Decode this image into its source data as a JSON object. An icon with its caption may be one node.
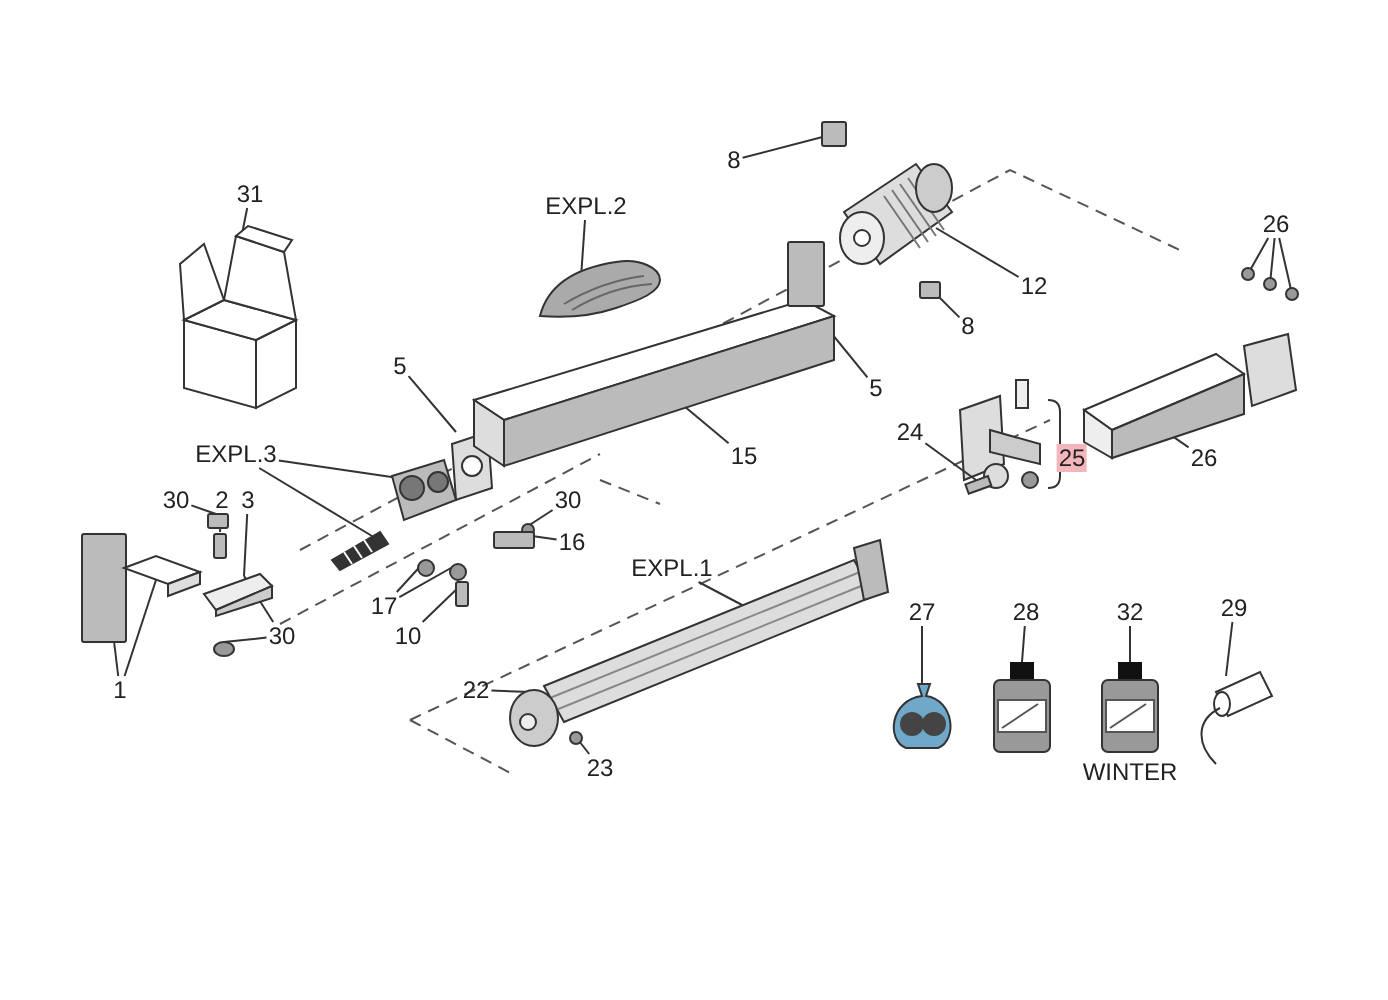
{
  "diagram": {
    "nodes": [
      {
        "text": [
          "31"
        ]
      },
      {
        "text": [],
        "shape": "picture"
      },
      {
        "text": [
          "EXPL.2"
        ]
      },
      {
        "text": [],
        "shape": "picture"
      },
      {
        "text": [
          "8"
        ]
      },
      {
        "text": [],
        "shape": "box"
      },
      {
        "text": [
          "12"
        ]
      },
      {
        "text": [],
        "shape": "picture"
      },
      {
        "text": [
          "26"
        ]
      },
      {
        "text": [],
        "shape": "circle"
      },
      {
        "text": [],
        "shape": "circle"
      },
      {
        "text": [],
        "shape": "circle"
      },
      {
        "text": [
          "5"
        ]
      },
      {
        "text": [],
        "shape": "picture"
      },
      {
        "text": [
          "15"
        ]
      },
      {
        "text": [],
        "shape": "picture"
      },
      {
        "text": [
          "5"
        ]
      },
      {
        "text": [],
        "shape": "box"
      },
      {
        "text": [
          "8"
        ]
      },
      {
        "text": [],
        "shape": "box"
      },
      {
        "text": [
          "EXPL.3"
        ]
      },
      {
        "text": [],
        "shape": "picture"
      },
      {
        "text": [],
        "shape": "picture"
      },
      {
        "text": [
          "24"
        ]
      },
      {
        "text": [],
        "shape": "picture"
      },
      {
        "text": [
          "26"
        ]
      },
      {
        "text": [],
        "shape": "picture"
      },
      {
        "text": [
          "30"
        ]
      },
      {
        "text": [],
        "shape": "box"
      },
      {
        "text": [
          "2"
        ]
      },
      {
        "text": [],
        "shape": "box"
      },
      {
        "text": [
          "3"
        ]
      },
      {
        "text": [],
        "shape": "picture"
      },
      {
        "text": [
          "30"
        ]
      },
      {
        "text": [],
        "shape": "circle"
      },
      {
        "text": [
          "16"
        ]
      },
      {
        "text": [],
        "shape": "box"
      },
      {
        "text": [
          "17"
        ]
      },
      {
        "text": [],
        "shape": "circle"
      },
      {
        "text": [],
        "shape": "circle"
      },
      {
        "text": [
          "10"
        ]
      },
      {
        "text": [],
        "shape": "box"
      },
      {
        "text": [
          "30"
        ]
      },
      {
        "text": [],
        "shape": "circle"
      },
      {
        "text": [
          "1"
        ]
      },
      {
        "text": [],
        "shape": "box"
      },
      {
        "text": [],
        "shape": "picture"
      },
      {
        "text": [
          "EXPL.1"
        ]
      },
      {
        "text": [],
        "shape": "picture"
      },
      {
        "text": [
          "22"
        ]
      },
      {
        "text": [],
        "shape": "picture"
      },
      {
        "text": [
          "23"
        ]
      },
      {
        "text": [],
        "shape": "circle"
      },
      {
        "text": [
          "27"
        ]
      },
      {
        "text": [],
        "shape": "picture"
      },
      {
        "text": [
          "28"
        ]
      },
      {
        "text": [],
        "shape": "picture"
      },
      {
        "text": [
          "32"
        ]
      },
      {
        "text": [],
        "shape": "picture"
      },
      {
        "text": [
          "29"
        ]
      },
      {
        "text": [],
        "shape": "picture"
      }
    ],
    "edges": [
      {
        "from": 0,
        "to": 1,
        "arrow": "none"
      },
      {
        "from": 2,
        "to": 3,
        "arrow": "none"
      },
      {
        "from": 4,
        "to": 5,
        "arrow": "none"
      },
      {
        "from": 6,
        "to": 7,
        "arrow": "none"
      },
      {
        "from": 8,
        "to": 9,
        "arrow": "none"
      },
      {
        "from": 8,
        "to": 10,
        "arrow": "none"
      },
      {
        "from": 8,
        "to": 11,
        "arrow": "none"
      },
      {
        "from": 12,
        "to": 13,
        "arrow": "none"
      },
      {
        "from": 14,
        "to": 15,
        "arrow": "none"
      },
      {
        "from": 16,
        "to": 17,
        "arrow": "none"
      },
      {
        "from": 18,
        "to": 19,
        "arrow": "none"
      },
      {
        "from": 20,
        "to": 21,
        "arrow": "none"
      },
      {
        "from": 20,
        "to": 22,
        "arrow": "none"
      },
      {
        "from": 23,
        "to": 24,
        "arrow": "none"
      },
      {
        "from": 25,
        "to": 26,
        "arrow": "none"
      },
      {
        "from": 27,
        "to": 28,
        "arrow": "none"
      },
      {
        "from": 29,
        "to": 30,
        "arrow": "none"
      },
      {
        "from": 31,
        "to": 32,
        "arrow": "none"
      },
      {
        "from": 33,
        "to": 34,
        "arrow": "none"
      },
      {
        "from": 35,
        "to": 36,
        "arrow": "none"
      },
      {
        "from": 37,
        "to": 38,
        "arrow": "none"
      },
      {
        "from": 37,
        "to": 39,
        "arrow": "none"
      },
      {
        "from": 40,
        "to": 41,
        "arrow": "none"
      },
      {
        "from": 42,
        "to": 32,
        "arrow": "none"
      },
      {
        "from": 42,
        "to": 43,
        "arrow": "none"
      },
      {
        "from": 44,
        "to": 45,
        "arrow": "none"
      },
      {
        "from": 44,
        "to": 46,
        "arrow": "none"
      },
      {
        "from": 47,
        "to": 48,
        "arrow": "none"
      },
      {
        "from": 49,
        "to": 50,
        "arrow": "none"
      },
      {
        "from": 51,
        "to": 52,
        "arrow": "none"
      },
      {
        "from": 53,
        "to": 54,
        "arrow": "none"
      },
      {
        "from": 55,
        "to": 56,
        "arrow": "none"
      },
      {
        "from": 57,
        "to": 58,
        "arrow": "none"
      },
      {
        "from": 59,
        "to": 60,
        "arrow": "none"
      }
    ],
    "labels": [
      "25",
      "WINTER"
    ]
  }
}
